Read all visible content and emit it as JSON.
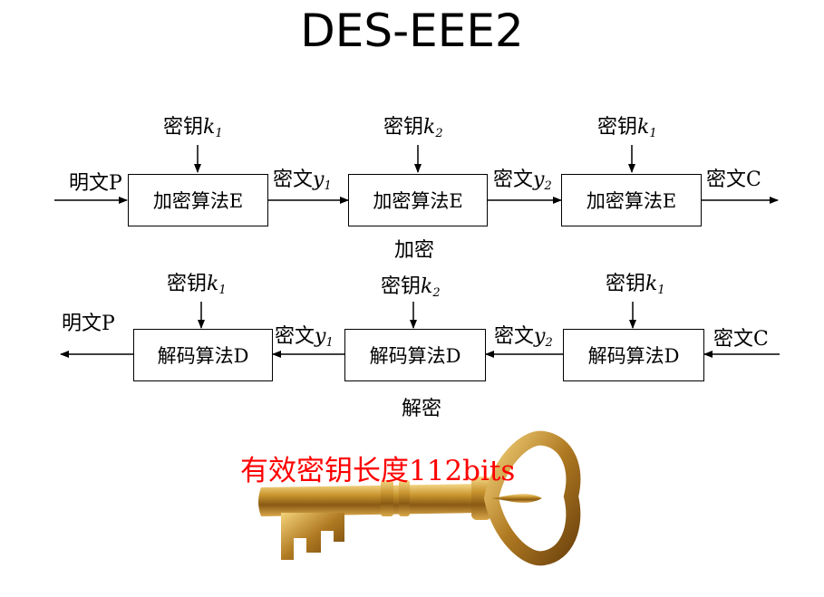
{
  "title": "DES-EEE2",
  "encrypt": {
    "section_label": "加密",
    "input": "明文P",
    "output": "密文C",
    "box_label": "加密算法E",
    "key_prefix": "密钥",
    "key_letter": "k",
    "keys": [
      "1",
      "2",
      "1"
    ],
    "mid_prefix": "密文",
    "mid_letter": "y",
    "mids": [
      "1",
      "2"
    ]
  },
  "decrypt": {
    "section_label": "解密",
    "input": "密文C",
    "output": "明文P",
    "box_label": "解码算法D",
    "key_prefix": "密钥",
    "key_letter": "k",
    "keys": [
      "1",
      "2",
      "1"
    ],
    "mid_prefix": "密文",
    "mid_letter": "y",
    "mids": [
      "1",
      "2"
    ]
  },
  "caption": "有效密钥长度112bits"
}
